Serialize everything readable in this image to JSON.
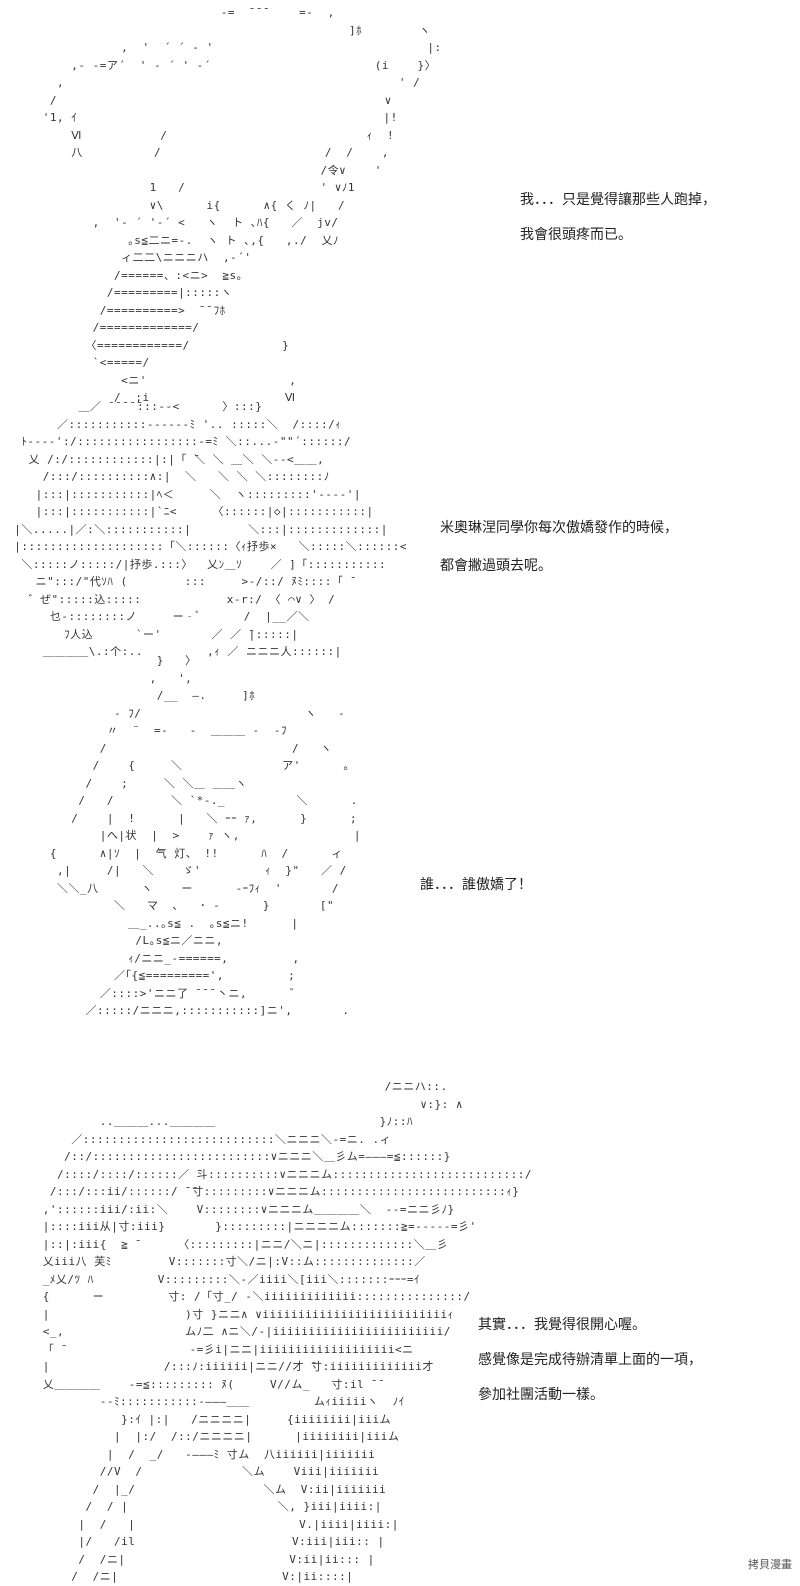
{
  "panels": [
    {
      "art": [
        "                               -=  ̄ ̄ ̄     =-  ,",
        "                                                 ]ﾎ        ヽ",
        "                 ,  '  ´ ´ ‐ '                              |:",
        "          ,- -=ア´  ' ‐ ´ ' ‐´                       (i    }〉",
        "        ,                                               ' /",
        "       /                                              ∨",
        "      '1, ｲ                                           |!",
        "          Ⅵ           /                            ｨ  !",
        "          八          /                       /  /    ,",
        "                                             /令∨    '",
        "                     1   /                   ' ∨ﾉ1",
        "                     ∨\\      i{      ∧{ く ﾉ|   /",
        "             ,  '‐ ´ '‐´ <   ヽ  ト ､ﾊ{   ／  jv/",
        "                  ｡s≦二ニ=‐.  ヽ ト ､,{   ,./  乂ﾉ",
        "                 ィ二二\\ニニニハ  ,-´'",
        "                /======、:<ニ>  ≧s｡",
        "               /=========|:::::ヽ",
        "              /==========>  ̄ ̄ ﾌﾎ",
        "             /=============/",
        "            〈============/             }",
        "             `<=====/",
        "                 <ニ'                    ,",
        "                /  ;i                   Ⅵ"
      ],
      "lines": [
        "我．．．只是覺得讓那些人跑掉，",
        "我會很頭疼而已。"
      ]
    },
    {
      "art": [
        "           ＿／ ̄ ̄ ̄ ̄ ̄:::--<      〉:::}",
        "        ／:::::::::::------ﾐ '.. :::::＼  /::::/ｨ",
        "   ﾄ----':/:::::::::::::::::-=ﾐ ＼::...-\"\"´::::::/",
        "    乂 /:/::::::::::::|:|「 ̄＼ ＼ ＿＼ ＼--<＿＿,",
        "      /:::/::::::::::∧:|  ＼   ＼ ＼ ＼::::::::ﾉ",
        "     |:::|:::::::::::|ﾍ＜     ＼  ヽ:::::::::'----'|",
        "     |:::|:::::::::::|`ﾆ<     〈::::::|◇|:::::::::::|",
        "  |＼.....|／:＼:::::::::::|        ＼:::|:::::::::::::|",
        "  |::::::::::::::::::::「＼::::::〈ｨ抒歩×   ＼:::::＼::::::<",
        "   ＼:::::ノ:::::/|抒歩.:::〉  乂ﾝ＿ｿ    ／ ]「:::::::::::",
        "     ニ\":::/\"代ｿﾊ (        :::     >-/::/ ̄ﾒﾐ::::「 ̄",
        "    ゛ぜ\":::::込:::::            x-r:/ 〈 ⌒∨ 〉 /",
        "       乜-::::::::ノ     ー‐ﾞ      /  |__／＼",
        "         ﾌ人込      `ー'       ／ ／ ̄|:::::|",
        "      ＿＿＿＿\\.:个:..         ,ｨ ／ ニニニ人::::::|"
      ],
      "lines": [
        "米奧琳涅同學你每次傲嬌發作的時候，",
        "都會撇過頭去呢。"
      ]
    },
    {
      "art": [
        "                      }   〉",
        "                     ,   ',",
        "                      /__  ―.     ]ﾎ",
        "                - ﾌ/                       ヽ   -",
        "               〃  ¨  =-   -  ＿＿＿ -  -ﾌ",
        "              /                          /   ヽ",
        "             /    {     ＼              ア'      ｡",
        "            /    ;     ＼ ＼＿ ＿＿ヽ",
        "           /   /        ＼ `*-._          ＼      .",
        "          /    |  !      |   ＼ ｰｰ ｧ,      }      ;",
        "              |ヘ|状  |  >    ｧ ヽ,                |",
        "       {      ∧|ｿ  |  气 灯、 !!      ﾊ  /      ィ",
        "        ,|     /|   ＼    ゞ'         ｨ  }\"   ／ /",
        "        ＼＼_八      ヽ    ー      -ｰﾌｨ  '       /",
        "                ＼   マ  ､   ･ -      }       [\"",
        "                  ＿_..｡s≦ .  ｡s≦ニ!      |",
        "                   /L｡s≦ニ／ニニ,",
        "                  ｨ/ニニ_-======,         ,",
        "                ／｢{≦=========',         ;",
        "              ／::::>'ニニ了 ̄ ̄ ̄ 丶ニ,      ゛",
        "            ／:::::/ニニニ,:::::::::::]ニ',       ."
      ],
      "lines": [
        "誰．．．誰傲嬌了！"
      ]
    },
    {
      "art": [
        "                                                      /ニニハ::.",
        "                                                           ∨:}: ∧",
        "              ..＿＿＿...＿＿＿＿                       }ﾉ::ﾊ",
        "          ／:::::::::::::::::::::::::::＼ニニニ＼-=ニ. .ィ",
        "         /::/:::::::::::::::::::::::::∨ニニニ＼＿彡ム=―――=≦::::::}",
        "        /::::/::::/::::::／ ̄斗::::::::::∨ニニニム:::::::::::::::::::::::::::/",
        "       /:::/:::ii/::::::/ ̄ ̄寸:::::::::∨ニニニム::::::::::::::::::::::::::ｨ}",
        "      ,'::::::iii/:ii:＼    V::::::::∨ニニニム＿＿＿＿＼  --=ニニ彡ﾉ}",
        "      |::::iii从|寸:iii}       }:::::::::|ニニニニム:::::::≧=-----=彡'",
        "      |::|:iii{  ≧ ̄      〈:::::::::|ニニ/＼ニ|:::::::::::::＼＿彡",
        "      乂iii八 芙ﾐ        V:::::::寸＼/ニ|:V::ム::::::::::::::／",
        "      _ﾒ乂/ﾂ ﾊ         V:::::::::＼-／iiii＼[iii＼:::::::ｰｰｰ=ｲ",
        "      {      ー         寸: /「寸_/ -＼iiiiiiiiiiiii:::::::::::::::/",
        "      |                   )寸 }ニニ∧ ∨iiiiiiiiiiiiiiiiiiiiiiiiiiｨ",
        "      <_,                 ムﾉ二 ∧ニ＼/-|iiiiiiiiiiiiiiiiiiiiiiii/",
        "      「 ̄                  -=彡i|ニニ|iiiiiiiiiiiiiiiiiii<ニ",
        "      |                /:::ﾉ:iiiiii|ニニ//才 ̄寸:iiiiiiiiiiiii才",
        "      乂＿＿＿＿    -=≦::::::::: ̄ﾒ(     V//ム_   寸:il ̄ ̄",
        "              ‐-ﾐ:::::::::::-―――＿＿         ムｨiiiiiヽ  ﾉｲ",
        "                 }:ｲ |:|   /ニニニニ|     {iiiiiiii|iiiム",
        "                |  |:/  /::/ニニニニ|      |iiiiiiii|iiiム",
        "               |  /  _/   -―――ﾐ 寸ム  八iiiiii|iiiiiii",
        "              //V  /              ＼ム    Viii|iiiiiii",
        "             /  |_/                  ＼ム  V:ii|iiiiiii",
        "            /  / |                     ＼, }iii|iiii:|",
        "           |  /   |                       V.|iiii|iiii:|",
        "           |/   /il                      V:iii|iii:: |",
        "           /  /ニ|                       V:ii|ii::: |",
        "          /  /ニ|                       V:|ii::::|"
      ],
      "lines": [
        "其實．．．我覺得很開心喔。",
        "感覺像是完成待辦清單上面的一項，",
        "參加社團活動一樣。"
      ]
    }
  ],
  "watermark": "拷貝漫畫"
}
